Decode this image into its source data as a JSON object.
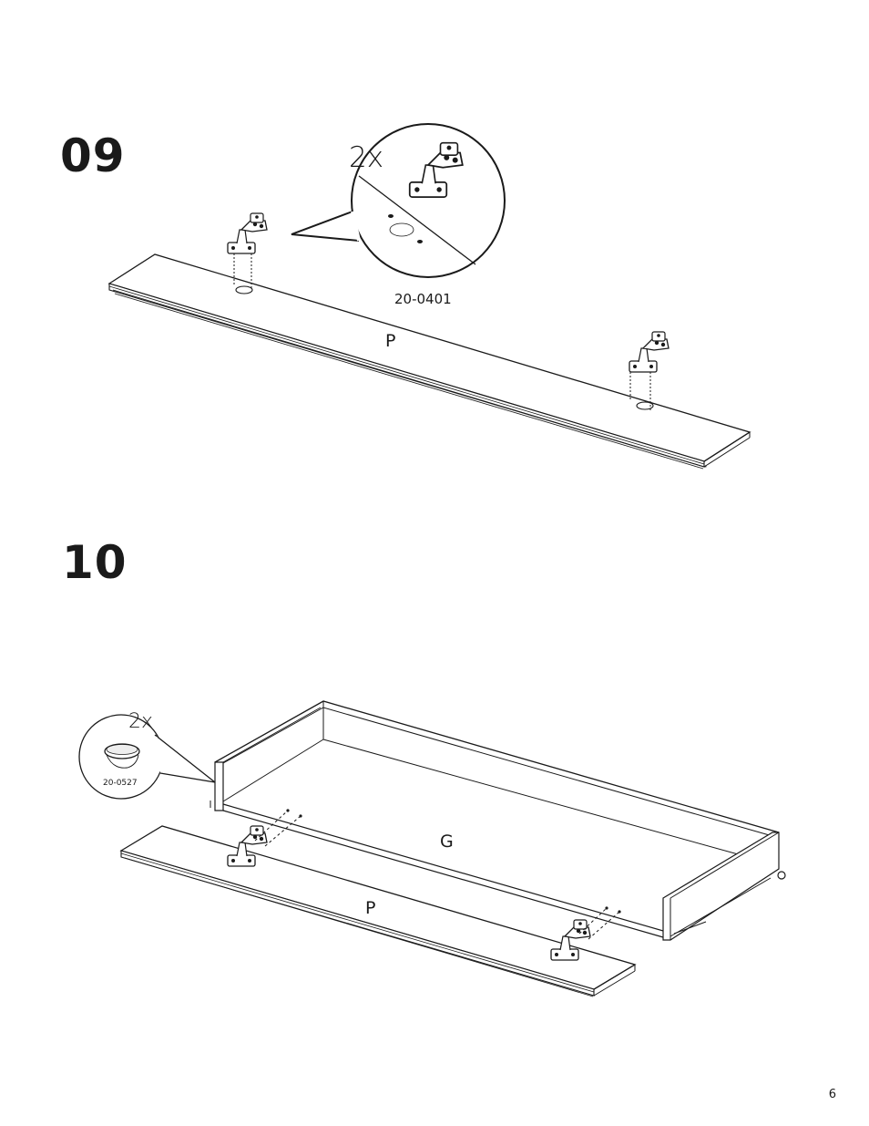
{
  "steps": [
    {
      "number": "09",
      "callout_quantity": "2x",
      "part_code": "20-0401",
      "panel_label": "P"
    },
    {
      "number": "10",
      "callout_quantity": "2x",
      "part_code": "20-0527",
      "drawer_label": "G",
      "panel_label": "P"
    }
  ],
  "page_number": "6"
}
